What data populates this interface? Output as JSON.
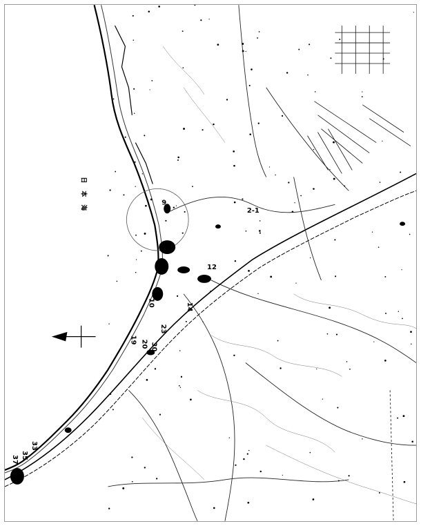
{
  "map": {
    "colors": {
      "ink": "#000000",
      "paper": "#ffffff",
      "frame": "#9a9a9a",
      "road": "#222222",
      "contour": "#777777"
    },
    "sea_text_block": [
      "日",
      "本",
      "海"
    ],
    "site_numbers": [
      {
        "id": "site-2-1",
        "text": "2-1"
      },
      {
        "id": "site-9",
        "text": "9"
      },
      {
        "id": "site-10",
        "text": "10"
      },
      {
        "id": "site-12",
        "text": "12"
      },
      {
        "id": "site-14",
        "text": "14"
      },
      {
        "id": "site-19",
        "text": "19"
      },
      {
        "id": "site-20",
        "text": "20"
      },
      {
        "id": "site-23",
        "text": "23"
      },
      {
        "id": "site-30",
        "text": "30"
      },
      {
        "id": "site-33",
        "text": "33"
      },
      {
        "id": "site-35",
        "text": "35"
      },
      {
        "id": "site-37",
        "text": "37"
      }
    ],
    "icons": [
      "north-arrow-icon"
    ]
  }
}
